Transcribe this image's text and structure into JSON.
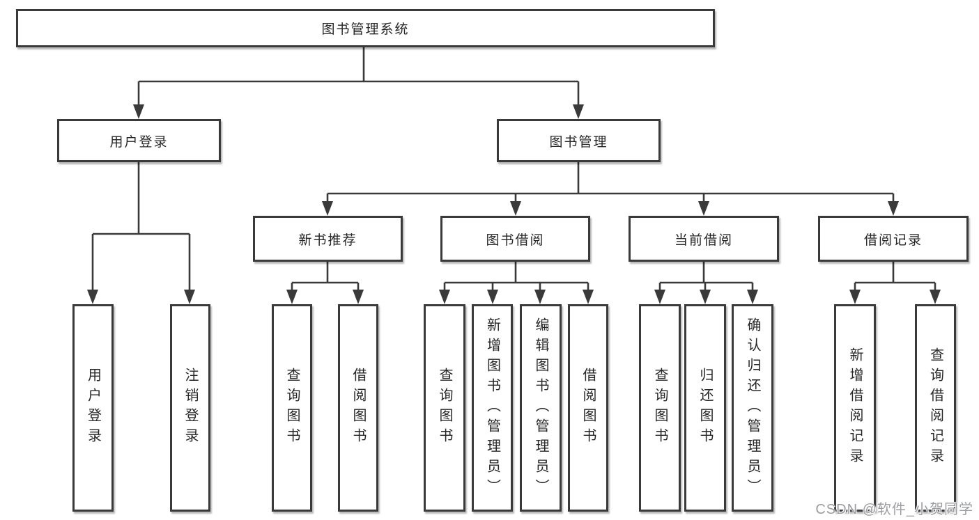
{
  "tree": {
    "root": {
      "label": "图书管理系统"
    },
    "branches": [
      {
        "label": "用户登录",
        "leaves": [
          {
            "label": "用户登录"
          },
          {
            "label": "注销登录"
          }
        ]
      },
      {
        "label": "图书管理",
        "groups": [
          {
            "label": "新书推荐",
            "leaves": [
              {
                "label": "查询图书"
              },
              {
                "label": "借阅图书"
              }
            ]
          },
          {
            "label": "图书借阅",
            "leaves": [
              {
                "label": "查询图书"
              },
              {
                "label": "新增图书（管理员）"
              },
              {
                "label": "编辑图书（管理员）"
              },
              {
                "label": "借阅图书"
              }
            ]
          },
          {
            "label": "当前借阅",
            "leaves": [
              {
                "label": "查询图书"
              },
              {
                "label": "归还图书"
              },
              {
                "label": "确认归还（管理员）"
              }
            ]
          },
          {
            "label": "借阅记录",
            "leaves": [
              {
                "label": "新增借阅记录"
              },
              {
                "label": "查询借阅记录"
              }
            ]
          }
        ]
      }
    ]
  },
  "watermark": {
    "text": "CSDN @软件_小贺同学"
  },
  "colors": {
    "background": "#ffffff",
    "line": "#3a3a3a",
    "box_border": "#3a3a3a",
    "box_fill": "#ffffff",
    "text": "#262626",
    "watermark": "#9c9da0"
  }
}
